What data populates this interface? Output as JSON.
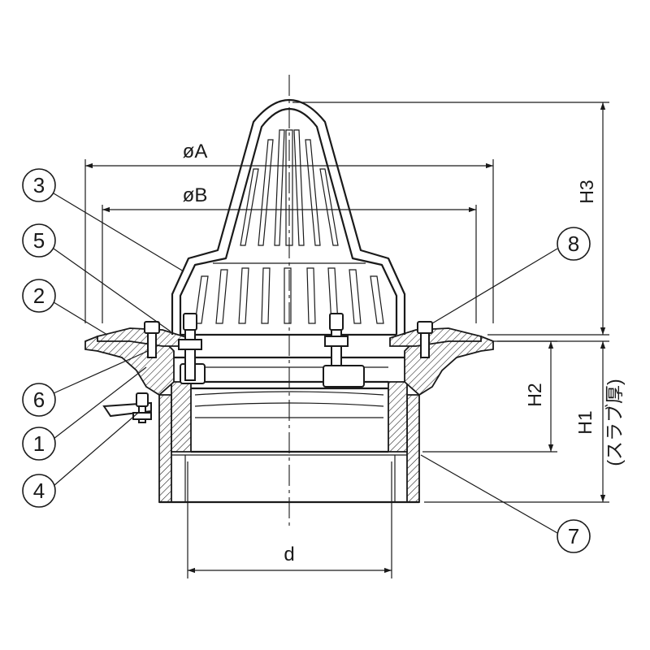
{
  "dimensions": {
    "diameter_a": "øA",
    "diameter_b": "øB",
    "height_h3": "H3",
    "height_h2": "H2",
    "height_h1": "H1",
    "slab_thickness_note": "(スラブ厚)",
    "inner_diameter_d": "d"
  },
  "callouts": [
    {
      "label": "1"
    },
    {
      "label": "2"
    },
    {
      "label": "3"
    },
    {
      "label": "4"
    },
    {
      "label": "5"
    },
    {
      "label": "6"
    },
    {
      "label": "7"
    },
    {
      "label": "8"
    }
  ]
}
